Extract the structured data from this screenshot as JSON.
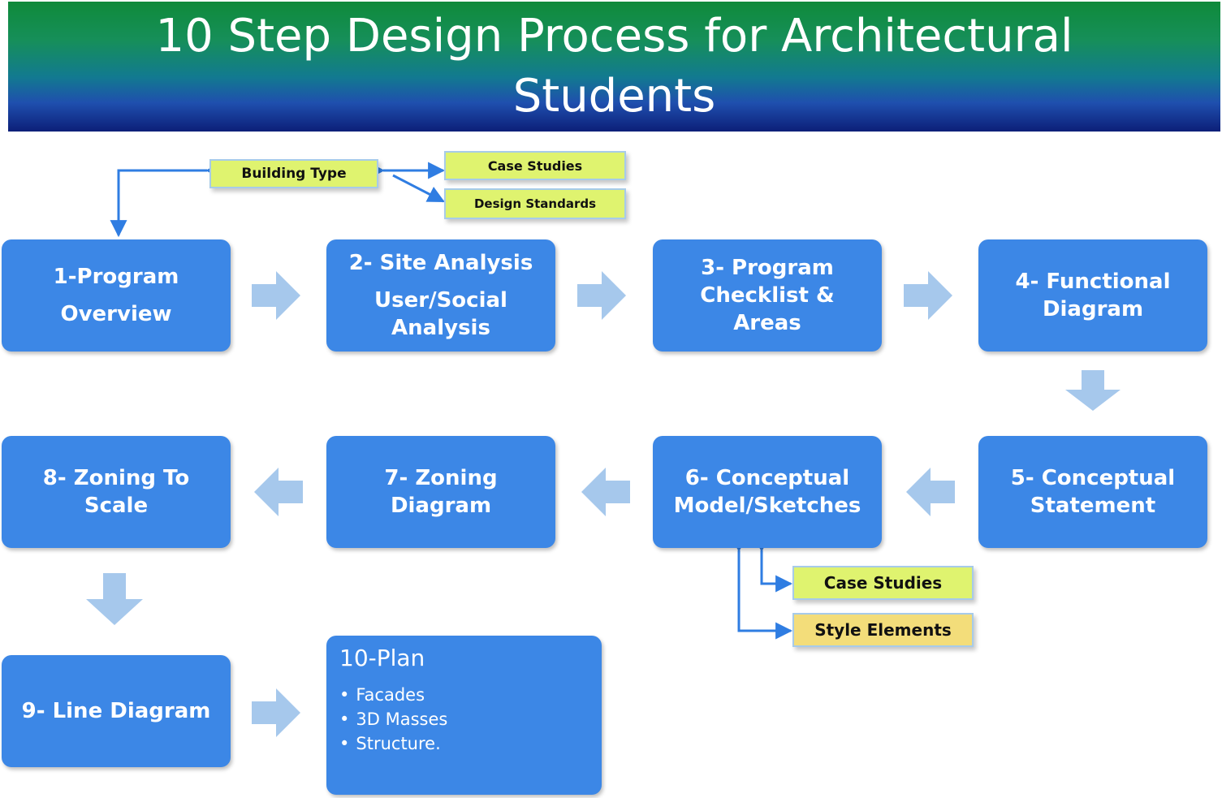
{
  "title": {
    "line1": "10 Step Design Process for Architectural",
    "line2": "Students"
  },
  "steps": [
    {
      "lines": [
        "1-Program",
        "Overview"
      ]
    },
    {
      "lines": [
        "2- Site Analysis",
        "User/Social",
        "Analysis"
      ]
    },
    {
      "lines": [
        "3- Program",
        "Checklist &",
        "Areas"
      ]
    },
    {
      "lines": [
        "4- Functional",
        "Diagram"
      ]
    },
    {
      "lines": [
        "5- Conceptual",
        "Statement"
      ]
    },
    {
      "lines": [
        "6- Conceptual",
        "Model/Sketches"
      ]
    },
    {
      "lines": [
        "7- Zoning",
        "Diagram"
      ]
    },
    {
      "lines": [
        "8- Zoning To",
        "Scale"
      ]
    },
    {
      "lines": [
        "9- Line Diagram"
      ]
    }
  ],
  "plan": {
    "title": "10-Plan",
    "items": [
      "Facades",
      "3D Masses",
      "Structure."
    ]
  },
  "tags": {
    "building_type": "Building Type",
    "case_studies_top": "Case Studies",
    "design_standards": "Design Standards",
    "case_studies_bottom": "Case Studies",
    "style_elements": "Style Elements"
  },
  "colors": {
    "step_fill": "#3c87e6",
    "arrow_fill": "#a6c8ec",
    "tag_fill": "#dff36f",
    "tag_gold_fill": "#f3dd7a",
    "connector": "#2f7de2"
  }
}
